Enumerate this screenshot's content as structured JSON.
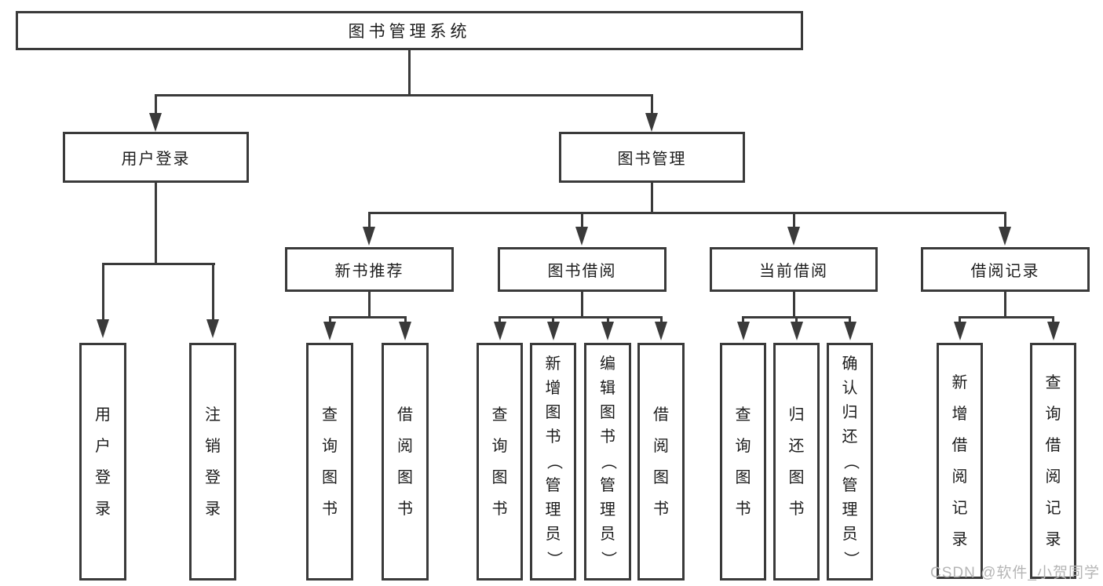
{
  "diagram": {
    "root": {
      "label": "图书管理系统",
      "children": [
        {
          "label": "用户登录",
          "children": [
            {
              "label": "用户登录"
            },
            {
              "label": "注销登录"
            }
          ]
        },
        {
          "label": "图书管理",
          "children": [
            {
              "label": "新书推荐",
              "children": [
                {
                  "label": "查询图书"
                },
                {
                  "label": "借阅图书"
                }
              ]
            },
            {
              "label": "图书借阅",
              "children": [
                {
                  "label": "查询图书"
                },
                {
                  "label": "新增图书（管理员）"
                },
                {
                  "label": "编辑图书（管理员）"
                },
                {
                  "label": "借阅图书"
                }
              ]
            },
            {
              "label": "当前借阅",
              "children": [
                {
                  "label": "查询图书"
                },
                {
                  "label": "归还图书"
                },
                {
                  "label": "确认归还（管理员）"
                }
              ]
            },
            {
              "label": "借阅记录",
              "children": [
                {
                  "label": "新增借阅记录"
                },
                {
                  "label": "查询借阅记录"
                }
              ]
            }
          ]
        }
      ]
    }
  },
  "watermark": {
    "text": "CSDN @软件_小贺同学",
    "color": "#b5b5b5"
  },
  "colors": {
    "line": "#3a3a3a",
    "text": "#1c1c1c",
    "background": "#ffffff"
  }
}
